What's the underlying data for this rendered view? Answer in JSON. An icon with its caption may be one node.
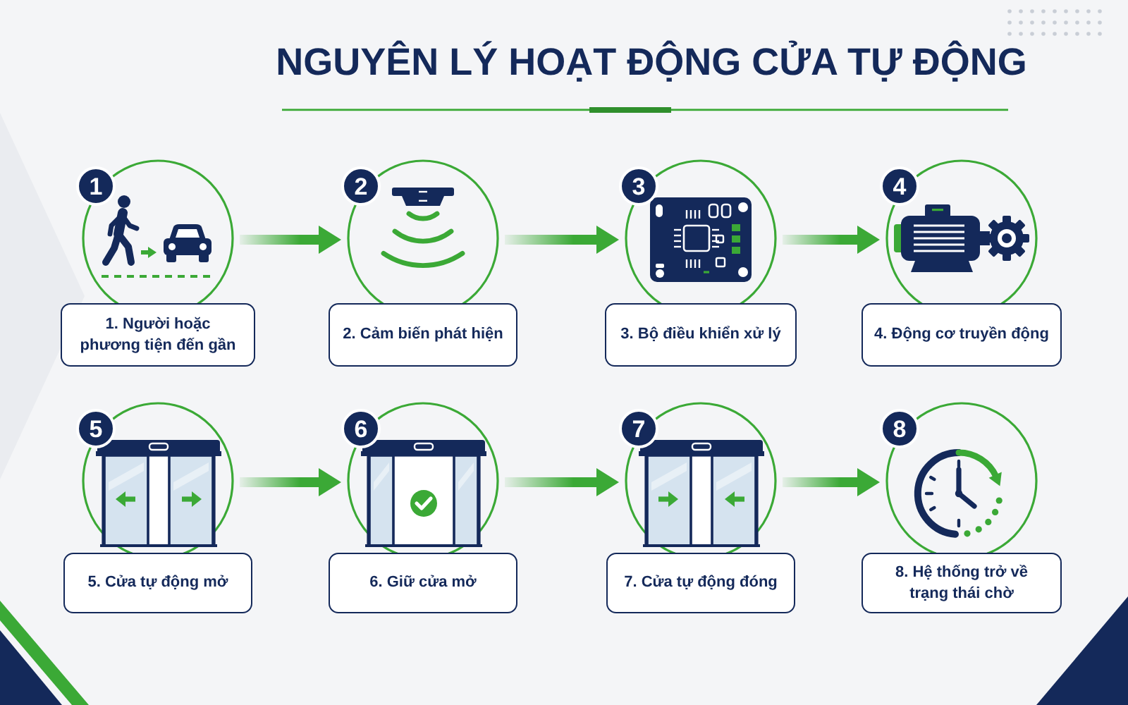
{
  "diagram": {
    "title": "NGUYÊN LÝ HOẠT ĐỘNG CỬA TỰ ĐỘNG",
    "nodes": [
      {
        "text": [
          "1"
        ]
      },
      {
        "text": [
          "1. Người hoặc phương tiện đến gần"
        ]
      },
      {
        "text": [
          "2"
        ]
      },
      {
        "text": [
          "2. Cảm biến phát hiện"
        ]
      },
      {
        "text": [
          "3"
        ]
      },
      {
        "text": [
          "3. Bộ điều khiển xử lý"
        ]
      },
      {
        "text": [
          "4"
        ]
      },
      {
        "text": [
          "4. Động cơ truyền động"
        ]
      },
      {
        "text": [
          "5"
        ]
      },
      {
        "text": [
          "5. Cửa tự động mở"
        ]
      },
      {
        "text": [
          "6"
        ]
      },
      {
        "text": [
          "6. Giữ cửa mở"
        ]
      },
      {
        "text": [
          "7"
        ]
      },
      {
        "text": [
          "7. Cửa tự động đóng"
        ]
      },
      {
        "text": [
          "8"
        ]
      },
      {
        "text": [
          "8. Hệ thống trở về trạng thái chờ"
        ]
      }
    ],
    "edges": [
      {
        "from": 0,
        "to": 2,
        "arrow": "to"
      },
      {
        "from": 2,
        "to": 4,
        "arrow": "to"
      },
      {
        "from": 4,
        "to": 6,
        "arrow": "to"
      },
      {
        "from": 8,
        "to": 10,
        "arrow": "to"
      },
      {
        "from": 10,
        "to": 12,
        "arrow": "to"
      },
      {
        "from": 12,
        "to": 14,
        "arrow": "to"
      }
    ]
  }
}
